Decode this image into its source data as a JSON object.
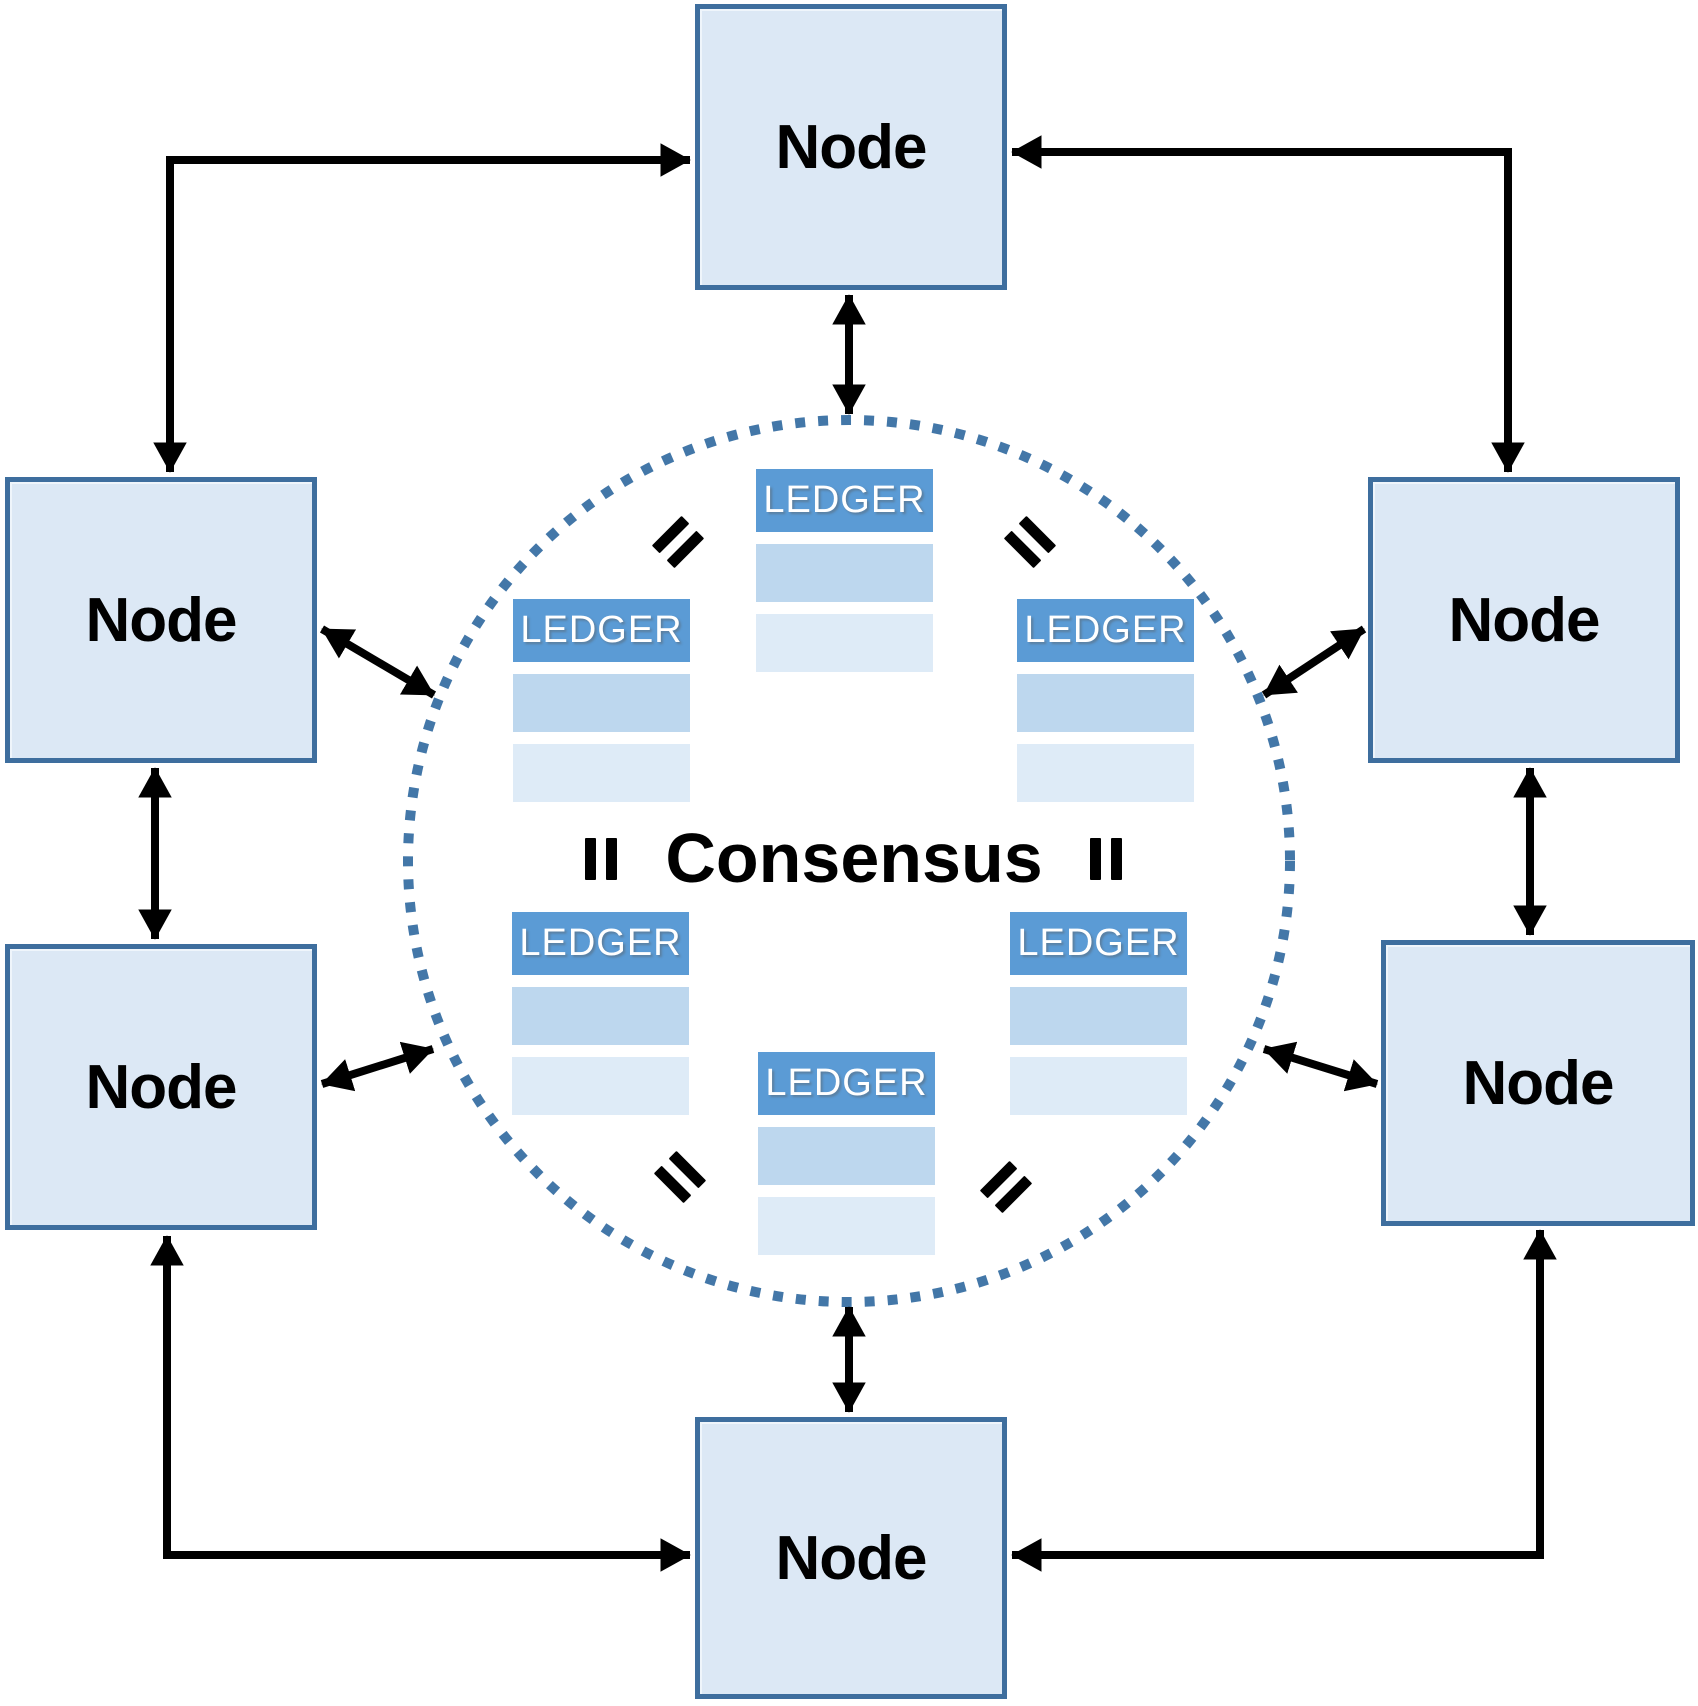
{
  "diagram": {
    "center_label": "Consensus",
    "node_count": 6,
    "ledger_count": 6,
    "nodes": [
      {
        "id": "top",
        "label": "Node"
      },
      {
        "id": "left-upper",
        "label": "Node"
      },
      {
        "id": "right-upper",
        "label": "Node"
      },
      {
        "id": "left-lower",
        "label": "Node"
      },
      {
        "id": "right-lower",
        "label": "Node"
      },
      {
        "id": "bottom",
        "label": "Node"
      }
    ],
    "ledgers": [
      {
        "id": "center-top",
        "label": "LEDGER"
      },
      {
        "id": "left-upper",
        "label": "LEDGER"
      },
      {
        "id": "right-upper",
        "label": "LEDGER"
      },
      {
        "id": "left-lower",
        "label": "LEDGER"
      },
      {
        "id": "right-lower",
        "label": "LEDGER"
      },
      {
        "id": "center-bottom",
        "label": "LEDGER"
      }
    ],
    "colors": {
      "node_fill": "#dce8f5",
      "node_border": "#3e6e9e",
      "ledger_header": "#5b9bd5",
      "ledger_row_medium": "#bdd7ee",
      "ledger_row_light": "#deebf7",
      "dotted_circle": "#4377a8",
      "arrow": "#000000",
      "node_text": "#000000",
      "ledger_text": "#ffffff"
    }
  }
}
